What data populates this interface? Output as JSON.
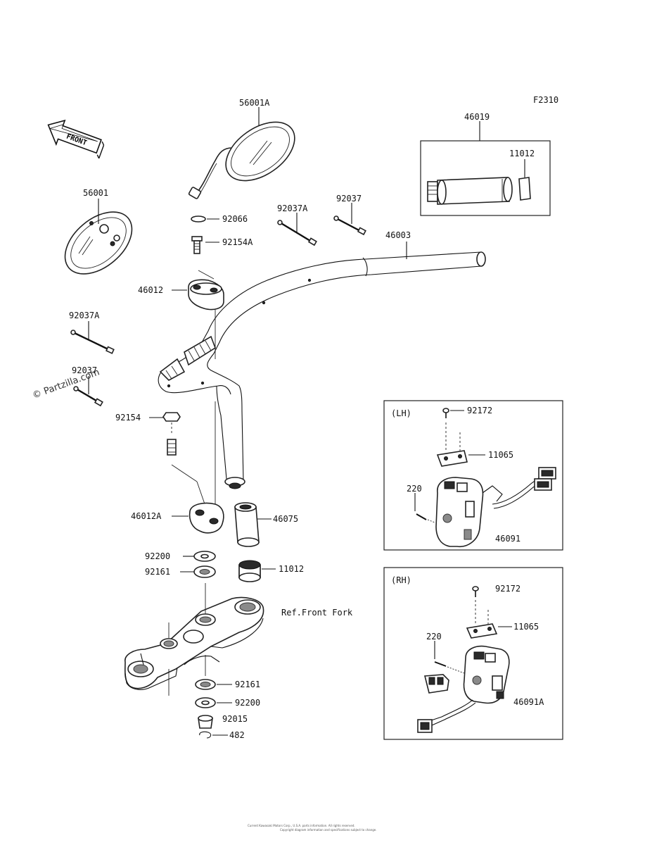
{
  "figure_code": "F2310",
  "front_arrow_label": "FRONT",
  "watermark": "© Partzilla.com",
  "panels": {
    "left_hand": "(LH)",
    "right_hand": "(RH)"
  },
  "reference_note": "Ref.Front Fork",
  "part_labels": {
    "mirror_right": "56001A",
    "mirror_left": "56001",
    "mirror_washer": "92066",
    "mirror_bolt": "92154A",
    "band_a_top": "92037A",
    "band_top": "92037",
    "handlebar": "46003",
    "upper_holder": "46012",
    "band_a_left": "92037A",
    "band_left": "92037",
    "holder_bolt": "92154",
    "lower_holder": "46012A",
    "grip_right": "46075",
    "washer_top": "92200",
    "bushing_top": "92161",
    "end_cap": "11012",
    "grip_set": "46019",
    "grip_set_cap": "11012",
    "bushing_bottom": "92161",
    "washer_bottom": "92200",
    "collar": "92015",
    "clip": "482",
    "lh_screw": "92172",
    "lh_plate": "11065",
    "lh_bolt": "220",
    "lh_switch": "46091",
    "rh_screw": "92172",
    "rh_plate": "11065",
    "rh_bolt": "220",
    "rh_switch": "46091A"
  },
  "footer_lines": [
    "Current Kawasaki Motors Corp., U.S.A. parts information. All rights reserved.",
    "Copyright diagram information and specifications subject to change."
  ]
}
